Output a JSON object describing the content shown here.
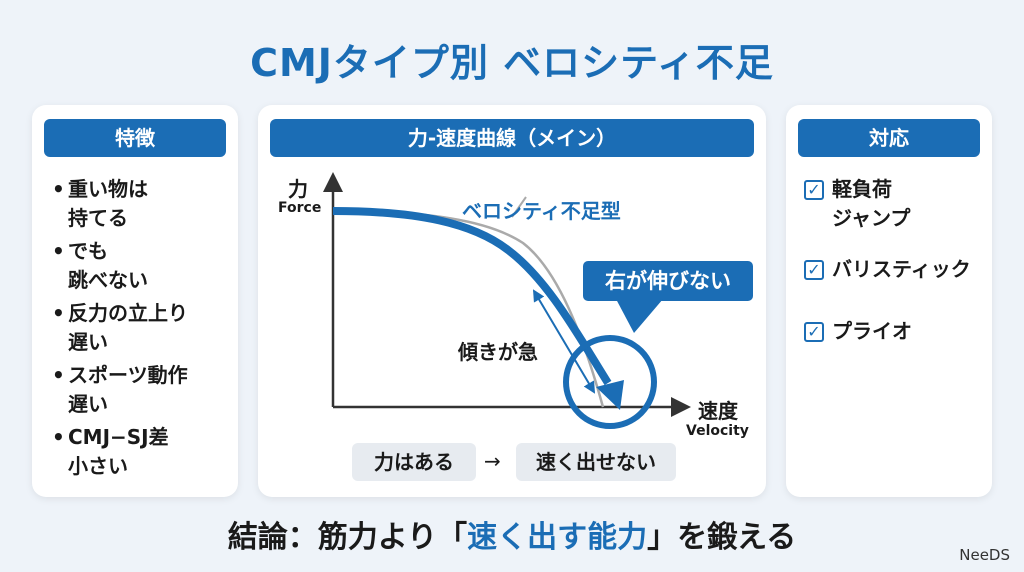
{
  "title": "CMJタイプ別 ベロシティ不足",
  "features": {
    "header": "特徴",
    "items": [
      [
        "重い物は",
        "持てる"
      ],
      [
        "でも",
        "跳べない"
      ],
      [
        "反力の立上り",
        "遅い"
      ],
      [
        "スポーツ動作",
        "遅い"
      ],
      [
        "CMJ−SJ差",
        "小さい"
      ]
    ]
  },
  "diagram": {
    "header": "力-速度曲線（メイン）",
    "y_label": "力",
    "y_label_en": "Force",
    "x_label": "速度",
    "x_label_en": "Velocity",
    "curve_label": "ベロシティ不足型",
    "callout": "右が伸びない",
    "slope_label": "傾きが急",
    "tag_left": "力はある",
    "arrow": "→",
    "tag_right": "速く出せない",
    "accent": "#1b6db5"
  },
  "response": {
    "header": "対応",
    "items": [
      [
        "軽負荷",
        "ジャンプ"
      ],
      [
        "バリスティック"
      ],
      [
        "プライオ"
      ]
    ]
  },
  "conclusion": {
    "prefix": "結論：筋力より「",
    "highlight": "速く出す能力",
    "suffix": "」を鍛える"
  },
  "logo": "NeeDS"
}
